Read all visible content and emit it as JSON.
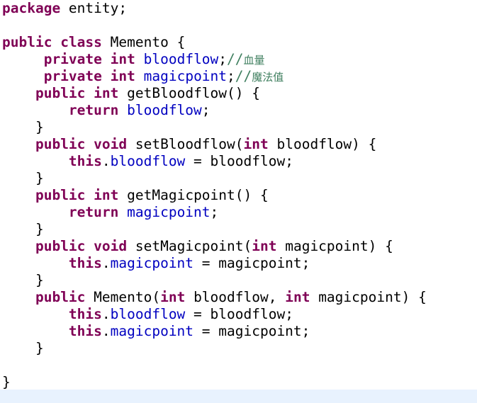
{
  "editor": {
    "language": "java",
    "highlight_current_line": "#e8f2fe",
    "colors": {
      "keyword": "#7f0055",
      "field": "#0000c0",
      "comment": "#3f7f5f",
      "text": "#000000"
    },
    "lines": [
      {
        "indent": "",
        "tokens": [
          {
            "t": "kw",
            "v": "package"
          },
          {
            "t": "tx",
            "v": " entity;"
          }
        ]
      },
      {
        "indent": "",
        "tokens": []
      },
      {
        "indent": "",
        "tokens": [
          {
            "t": "kw",
            "v": "public"
          },
          {
            "t": "tx",
            "v": " "
          },
          {
            "t": "kw",
            "v": "class"
          },
          {
            "t": "tx",
            "v": " Memento {"
          }
        ]
      },
      {
        "indent": "     ",
        "tokens": [
          {
            "t": "kw",
            "v": "private"
          },
          {
            "t": "tx",
            "v": " "
          },
          {
            "t": "kw",
            "v": "int"
          },
          {
            "t": "tx",
            "v": " "
          },
          {
            "t": "fld",
            "v": "bloodflow"
          },
          {
            "t": "tx",
            "v": ";"
          },
          {
            "t": "cmt",
            "v": "//"
          },
          {
            "t": "cmtcjk",
            "v": "血量"
          }
        ]
      },
      {
        "indent": "     ",
        "tokens": [
          {
            "t": "kw",
            "v": "private"
          },
          {
            "t": "tx",
            "v": " "
          },
          {
            "t": "kw",
            "v": "int"
          },
          {
            "t": "tx",
            "v": " "
          },
          {
            "t": "fld",
            "v": "magicpoint"
          },
          {
            "t": "tx",
            "v": ";"
          },
          {
            "t": "cmt",
            "v": "//"
          },
          {
            "t": "cmtcjk",
            "v": "魔法值"
          }
        ]
      },
      {
        "indent": "    ",
        "tokens": [
          {
            "t": "kw",
            "v": "public"
          },
          {
            "t": "tx",
            "v": " "
          },
          {
            "t": "kw",
            "v": "int"
          },
          {
            "t": "tx",
            "v": " getBloodflow() {"
          }
        ]
      },
      {
        "indent": "        ",
        "tokens": [
          {
            "t": "kw",
            "v": "return"
          },
          {
            "t": "tx",
            "v": " "
          },
          {
            "t": "fld",
            "v": "bloodflow"
          },
          {
            "t": "tx",
            "v": ";"
          }
        ]
      },
      {
        "indent": "    ",
        "tokens": [
          {
            "t": "tx",
            "v": "}"
          }
        ]
      },
      {
        "indent": "    ",
        "tokens": [
          {
            "t": "kw",
            "v": "public"
          },
          {
            "t": "tx",
            "v": " "
          },
          {
            "t": "kw",
            "v": "void"
          },
          {
            "t": "tx",
            "v": " setBloodflow("
          },
          {
            "t": "kw",
            "v": "int"
          },
          {
            "t": "tx",
            "v": " bloodflow) {"
          }
        ]
      },
      {
        "indent": "        ",
        "tokens": [
          {
            "t": "kw",
            "v": "this"
          },
          {
            "t": "tx",
            "v": "."
          },
          {
            "t": "fld",
            "v": "bloodflow"
          },
          {
            "t": "tx",
            "v": " = bloodflow;"
          }
        ]
      },
      {
        "indent": "    ",
        "tokens": [
          {
            "t": "tx",
            "v": "}"
          }
        ]
      },
      {
        "indent": "    ",
        "tokens": [
          {
            "t": "kw",
            "v": "public"
          },
          {
            "t": "tx",
            "v": " "
          },
          {
            "t": "kw",
            "v": "int"
          },
          {
            "t": "tx",
            "v": " getMagicpoint() {"
          }
        ]
      },
      {
        "indent": "        ",
        "tokens": [
          {
            "t": "kw",
            "v": "return"
          },
          {
            "t": "tx",
            "v": " "
          },
          {
            "t": "fld",
            "v": "magicpoint"
          },
          {
            "t": "tx",
            "v": ";"
          }
        ]
      },
      {
        "indent": "    ",
        "tokens": [
          {
            "t": "tx",
            "v": "}"
          }
        ]
      },
      {
        "indent": "    ",
        "tokens": [
          {
            "t": "kw",
            "v": "public"
          },
          {
            "t": "tx",
            "v": " "
          },
          {
            "t": "kw",
            "v": "void"
          },
          {
            "t": "tx",
            "v": " setMagicpoint("
          },
          {
            "t": "kw",
            "v": "int"
          },
          {
            "t": "tx",
            "v": " magicpoint) {"
          }
        ]
      },
      {
        "indent": "        ",
        "tokens": [
          {
            "t": "kw",
            "v": "this"
          },
          {
            "t": "tx",
            "v": "."
          },
          {
            "t": "fld",
            "v": "magicpoint"
          },
          {
            "t": "tx",
            "v": " = magicpoint;"
          }
        ]
      },
      {
        "indent": "    ",
        "tokens": [
          {
            "t": "tx",
            "v": "}"
          }
        ]
      },
      {
        "indent": "    ",
        "tokens": [
          {
            "t": "kw",
            "v": "public"
          },
          {
            "t": "tx",
            "v": " Memento("
          },
          {
            "t": "kw",
            "v": "int"
          },
          {
            "t": "tx",
            "v": " bloodflow, "
          },
          {
            "t": "kw",
            "v": "int"
          },
          {
            "t": "tx",
            "v": " magicpoint) {"
          }
        ]
      },
      {
        "indent": "        ",
        "tokens": [
          {
            "t": "kw",
            "v": "this"
          },
          {
            "t": "tx",
            "v": "."
          },
          {
            "t": "fld",
            "v": "bloodflow"
          },
          {
            "t": "tx",
            "v": " = bloodflow;"
          }
        ]
      },
      {
        "indent": "        ",
        "tokens": [
          {
            "t": "kw",
            "v": "this"
          },
          {
            "t": "tx",
            "v": "."
          },
          {
            "t": "fld",
            "v": "magicpoint"
          },
          {
            "t": "tx",
            "v": " = magicpoint;"
          }
        ]
      },
      {
        "indent": "    ",
        "tokens": [
          {
            "t": "tx",
            "v": "}"
          }
        ]
      },
      {
        "indent": "",
        "tokens": []
      },
      {
        "indent": "",
        "tokens": [
          {
            "t": "tx",
            "v": "}"
          }
        ]
      }
    ]
  }
}
